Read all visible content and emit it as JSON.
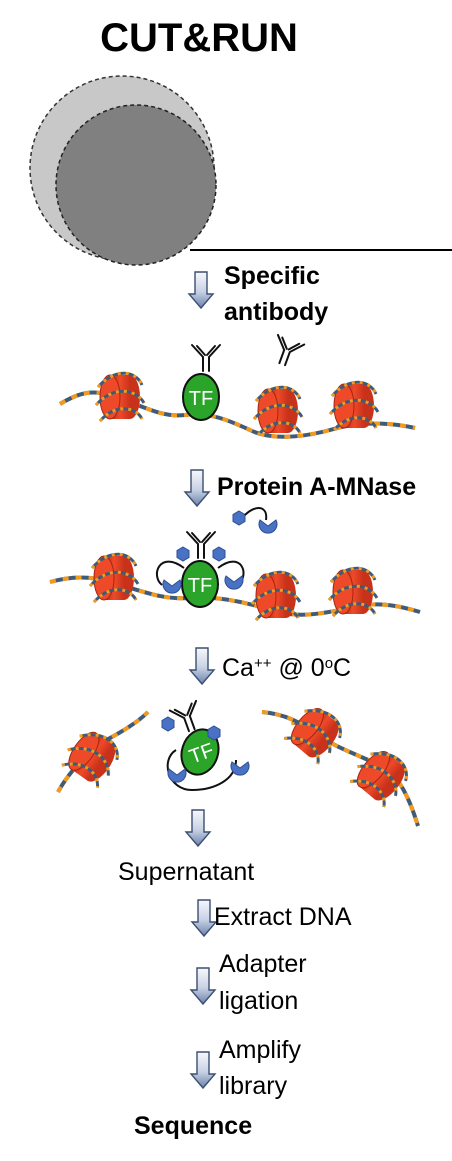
{
  "title": "CUT&RUN",
  "steps": {
    "step1": [
      "Specific",
      "antibody"
    ],
    "step2": "Protein A-MNase",
    "step3": {
      "base": "Ca",
      "sup": "++",
      "mid": " @ 0",
      "sup2": "o",
      "end": "C"
    },
    "step4": "Supernatant",
    "step5": "Extract DNA",
    "step6": [
      "Adapter",
      "ligation"
    ],
    "step7": [
      "Amplify",
      "library"
    ],
    "step8": "Sequence"
  },
  "labels": {
    "tf": "TF"
  },
  "colors": {
    "nucleosome": "#e03a1e",
    "nucleosome_dark": "#b8260f",
    "dna_blue": "#3f5b7a",
    "dna_orange": "#f39a1d",
    "tf": "#2aa52a",
    "pa_mnase": "#4a72c4",
    "arrow_light": "#f4f6fb",
    "arrow_dark": "#7f93b7"
  },
  "icons": [
    "cell-icon",
    "down-arrow-icon",
    "antibody-icon",
    "nucleosome-icon",
    "tf-icon",
    "pa-mnase-icon"
  ]
}
